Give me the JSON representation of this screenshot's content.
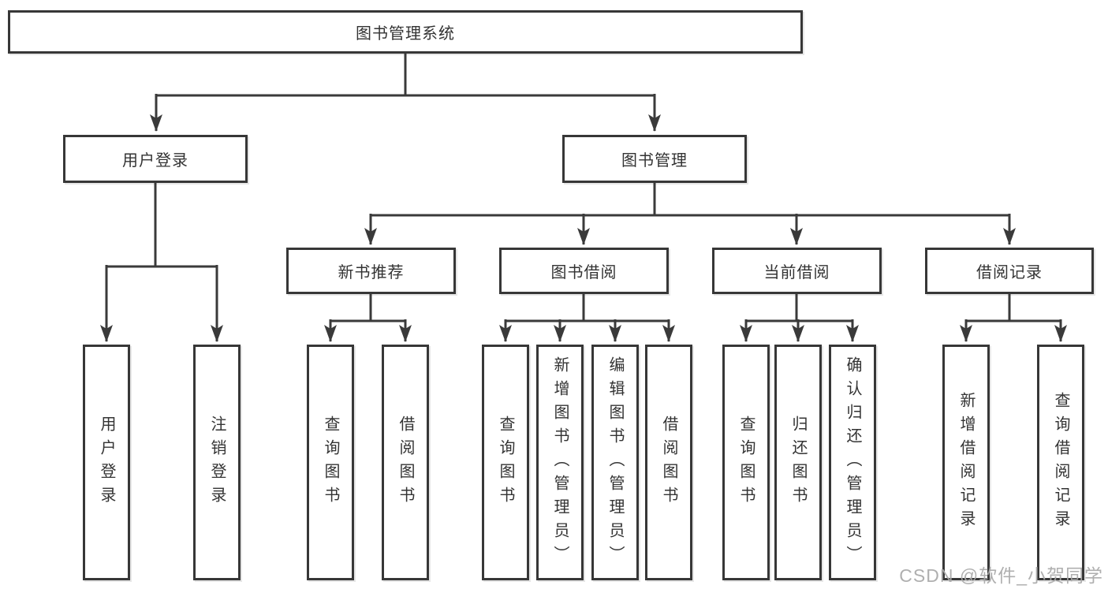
{
  "nodes": {
    "root": "图书管理系统",
    "user_login": "用户登录",
    "book_mgmt": "图书管理",
    "new_book": "新书推荐",
    "book_borrow": "图书借阅",
    "current_borrow": "当前借阅",
    "borrow_record": "借阅记录",
    "leaf_user_login": "用户登录",
    "leaf_logout": "注销登录",
    "leaf_nb_query": "查询图书",
    "leaf_nb_borrow": "借阅图书",
    "leaf_bb_query": "查询图书",
    "leaf_bb_add": "新增图书（管理员）",
    "leaf_bb_edit": "编辑图书（管理员）",
    "leaf_bb_borrow": "借阅图书",
    "leaf_cb_query": "查询图书",
    "leaf_cb_return": "归还图书",
    "leaf_cb_confirm": "确认归还（管理员）",
    "leaf_br_add": "新增借阅记录",
    "leaf_br_query": "查询借阅记录"
  },
  "watermark": "CSDN @软件_小贺同学",
  "colors": {
    "line": "#3a3a3a",
    "box_border": "#373737",
    "text": "#333333",
    "watermark": "#a9a9a9"
  }
}
